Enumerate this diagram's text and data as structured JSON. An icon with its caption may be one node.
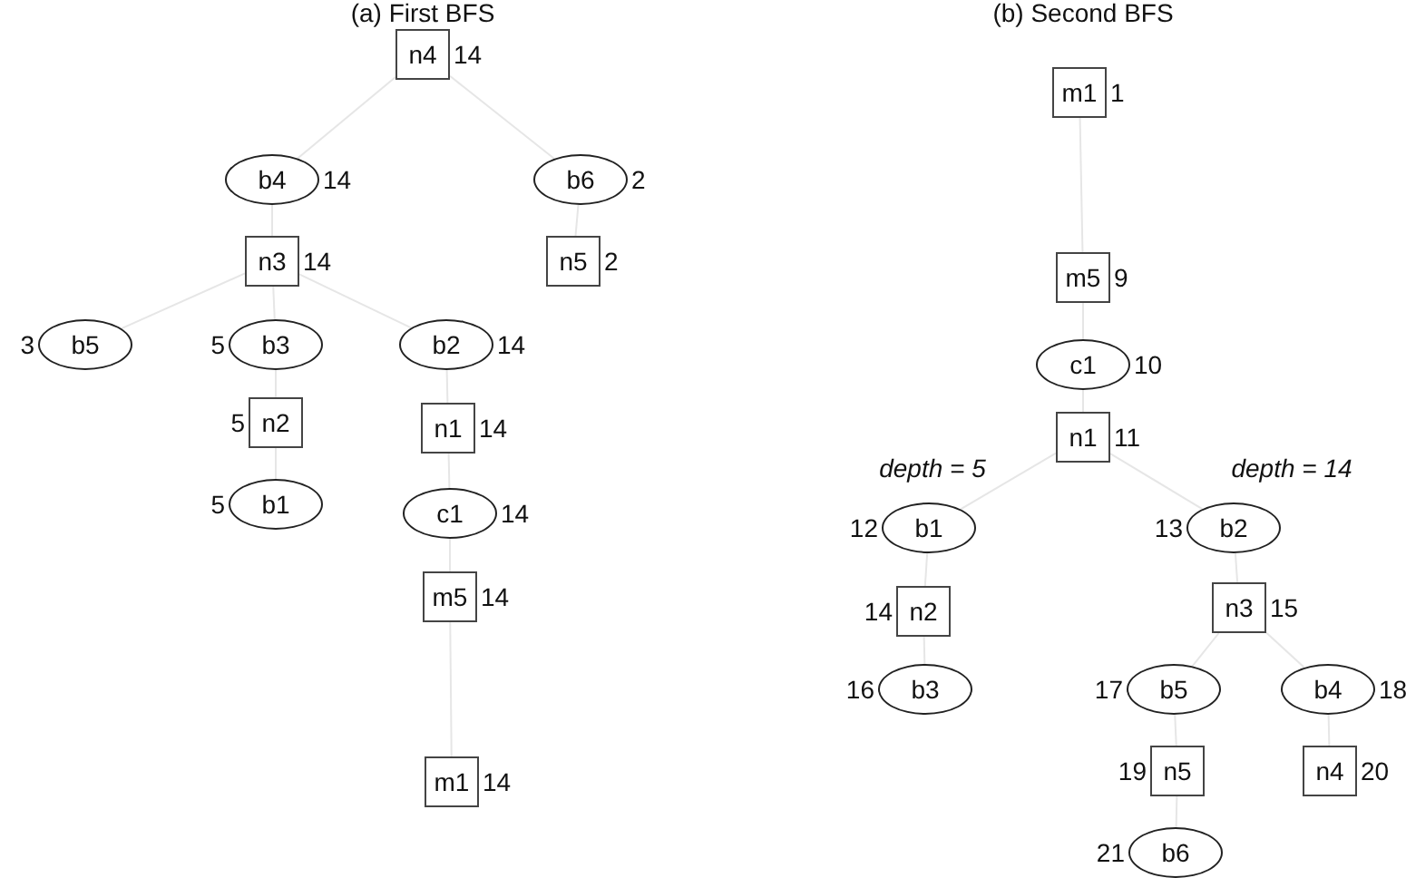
{
  "diagram": {
    "nodes": [
      {
        "text": [
          "n4"
        ],
        "beside": [
          "14"
        ]
      },
      {
        "text": [
          "b4"
        ],
        "beside": [
          "14"
        ]
      },
      {
        "text": [
          "b6"
        ],
        "beside": [
          "2"
        ]
      },
      {
        "text": [
          "n3"
        ],
        "beside": [
          "14"
        ]
      },
      {
        "text": [
          "n5"
        ],
        "beside": [
          "2"
        ]
      },
      {
        "text": [
          "b5"
        ],
        "beside": [
          "3"
        ]
      },
      {
        "text": [
          "b3"
        ],
        "beside": [
          "5"
        ]
      },
      {
        "text": [
          "b2"
        ],
        "beside": [
          "14"
        ]
      },
      {
        "text": [
          "n2"
        ],
        "beside": [
          "5"
        ]
      },
      {
        "text": [
          "n1"
        ],
        "beside": [
          "14"
        ]
      },
      {
        "text": [
          "b1"
        ],
        "beside": [
          "5"
        ]
      },
      {
        "text": [
          "c1"
        ],
        "beside": [
          "14"
        ]
      },
      {
        "text": [
          "m5"
        ],
        "beside": [
          "14"
        ]
      },
      {
        "text": [
          "m1"
        ],
        "beside": [
          "14"
        ]
      },
      {
        "text": [
          "m1"
        ],
        "beside": [
          "1"
        ]
      },
      {
        "text": [
          "m5"
        ],
        "beside": [
          "9"
        ]
      },
      {
        "text": [
          "c1"
        ],
        "beside": [
          "10"
        ]
      },
      {
        "text": [
          "n1"
        ],
        "beside": [
          "11"
        ]
      },
      {
        "text": [
          "b1"
        ],
        "beside": [
          "12"
        ]
      },
      {
        "text": [
          "b2"
        ],
        "beside": [
          "13"
        ]
      },
      {
        "text": [
          "n2"
        ],
        "beside": [
          "14"
        ]
      },
      {
        "text": [
          "n3"
        ],
        "beside": [
          "15"
        ]
      },
      {
        "text": [
          "b3"
        ],
        "beside": [
          "16"
        ]
      },
      {
        "text": [
          "b5"
        ],
        "beside": [
          "17"
        ]
      },
      {
        "text": [
          "b4"
        ],
        "beside": [
          "18"
        ]
      },
      {
        "text": [
          "n5"
        ],
        "beside": [
          "19"
        ]
      },
      {
        "text": [
          "n4"
        ],
        "beside": [
          "20"
        ]
      },
      {
        "text": [
          "b6"
        ],
        "beside": [
          "21"
        ]
      }
    ],
    "edges": [
      {
        "from": 0,
        "to": 1,
        "arrow": "none"
      },
      {
        "from": 0,
        "to": 2,
        "arrow": "none"
      },
      {
        "from": 1,
        "to": 3,
        "arrow": "none"
      },
      {
        "from": 2,
        "to": 4,
        "arrow": "none"
      },
      {
        "from": 3,
        "to": 5,
        "arrow": "none"
      },
      {
        "from": 3,
        "to": 6,
        "arrow": "none"
      },
      {
        "from": 3,
        "to": 7,
        "arrow": "none"
      },
      {
        "from": 6,
        "to": 8,
        "arrow": "none"
      },
      {
        "from": 8,
        "to": 10,
        "arrow": "none"
      },
      {
        "from": 7,
        "to": 9,
        "arrow": "none"
      },
      {
        "from": 9,
        "to": 11,
        "arrow": "none"
      },
      {
        "from": 11,
        "to": 12,
        "arrow": "none"
      },
      {
        "from": 12,
        "to": 13,
        "arrow": "none"
      },
      {
        "from": 14,
        "to": 15,
        "arrow": "none"
      },
      {
        "from": 15,
        "to": 16,
        "arrow": "none"
      },
      {
        "from": 16,
        "to": 17,
        "arrow": "none"
      },
      {
        "from": 17,
        "to": 18,
        "arrow": "none"
      },
      {
        "from": 17,
        "to": 19,
        "arrow": "none"
      },
      {
        "from": 18,
        "to": 20,
        "arrow": "none"
      },
      {
        "from": 20,
        "to": 22,
        "arrow": "none"
      },
      {
        "from": 19,
        "to": 21,
        "arrow": "none"
      },
      {
        "from": 21,
        "to": 23,
        "arrow": "none"
      },
      {
        "from": 21,
        "to": 24,
        "arrow": "none"
      },
      {
        "from": 23,
        "to": 25,
        "arrow": "none"
      },
      {
        "from": 25,
        "to": 27,
        "arrow": "none"
      },
      {
        "from": 24,
        "to": 26,
        "arrow": "none"
      }
    ],
    "labels": [
      "(a) First BFS",
      "(b) Second BFS",
      "depth = 5",
      "depth = 14"
    ]
  }
}
